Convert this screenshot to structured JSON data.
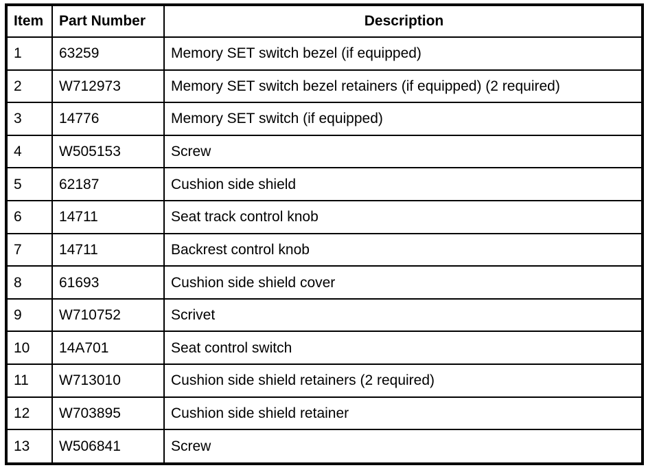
{
  "table": {
    "columns": {
      "item": "Item",
      "part_number": "Part Number",
      "description": "Description"
    },
    "rows": [
      {
        "item": "1",
        "part_number": "63259",
        "description": "Memory SET switch bezel (if equipped)"
      },
      {
        "item": "2",
        "part_number": "W712973",
        "description": "Memory SET switch bezel retainers (if equipped) (2 required)"
      },
      {
        "item": "3",
        "part_number": "14776",
        "description": "Memory SET switch (if equipped)"
      },
      {
        "item": "4",
        "part_number": "W505153",
        "description": "Screw"
      },
      {
        "item": "5",
        "part_number": "62187",
        "description": "Cushion side shield"
      },
      {
        "item": "6",
        "part_number": "14711",
        "description": "Seat track control knob"
      },
      {
        "item": "7",
        "part_number": "14711",
        "description": "Backrest control knob"
      },
      {
        "item": "8",
        "part_number": "61693",
        "description": "Cushion side shield cover"
      },
      {
        "item": "9",
        "part_number": "W710752",
        "description": "Scrivet"
      },
      {
        "item": "10",
        "part_number": "14A701",
        "description": "Seat control switch"
      },
      {
        "item": "11",
        "part_number": "W713010",
        "description": "Cushion side shield retainers (2 required)"
      },
      {
        "item": "12",
        "part_number": "W703895",
        "description": "Cushion side shield retainer"
      },
      {
        "item": "13",
        "part_number": "W506841",
        "description": "Screw"
      }
    ],
    "colors": {
      "border": "#000000",
      "background": "#ffffff",
      "text": "#000000"
    }
  }
}
